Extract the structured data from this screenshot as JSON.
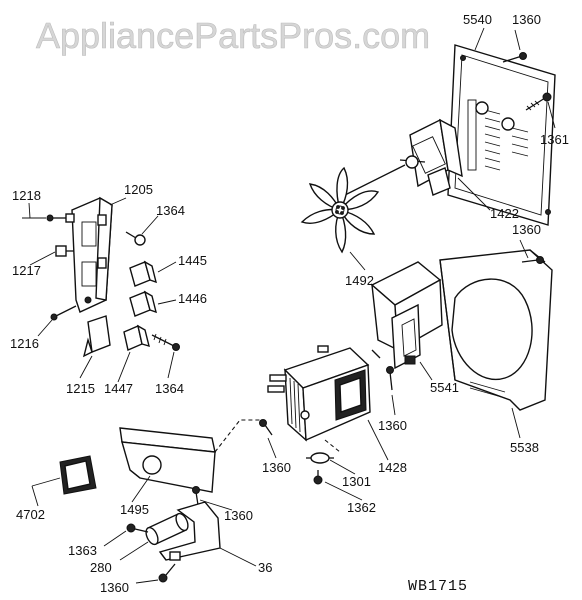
{
  "watermark": "AppliancePartsPros.com",
  "diagram_code": "WB1715",
  "callouts": [
    {
      "id": "c5540",
      "text": "5540"
    },
    {
      "id": "c1360a",
      "text": "1360"
    },
    {
      "id": "c1361",
      "text": "1361"
    },
    {
      "id": "c1422",
      "text": "1422"
    },
    {
      "id": "c1360b",
      "text": "1360"
    },
    {
      "id": "c1492",
      "text": "1492"
    },
    {
      "id": "c1218",
      "text": "1218"
    },
    {
      "id": "c1205",
      "text": "1205"
    },
    {
      "id": "c1364a",
      "text": "1364"
    },
    {
      "id": "c1217",
      "text": "1217"
    },
    {
      "id": "c1445",
      "text": "1445"
    },
    {
      "id": "c1446",
      "text": "1446"
    },
    {
      "id": "c1216",
      "text": "1216"
    },
    {
      "id": "c1215",
      "text": "1215"
    },
    {
      "id": "c1447",
      "text": "1447"
    },
    {
      "id": "c1364b",
      "text": "1364"
    },
    {
      "id": "c5541",
      "text": "5541"
    },
    {
      "id": "c1360c",
      "text": "1360"
    },
    {
      "id": "c5538",
      "text": "5538"
    },
    {
      "id": "c1428",
      "text": "1428"
    },
    {
      "id": "c1360d",
      "text": "1360"
    },
    {
      "id": "c1301",
      "text": "1301"
    },
    {
      "id": "c1362",
      "text": "1362"
    },
    {
      "id": "c1495",
      "text": "1495"
    },
    {
      "id": "c1360e",
      "text": "1360"
    },
    {
      "id": "c4702",
      "text": "4702"
    },
    {
      "id": "c1363",
      "text": "1363"
    },
    {
      "id": "c280",
      "text": "280"
    },
    {
      "id": "c36",
      "text": "36"
    },
    {
      "id": "c1360f",
      "text": "1360"
    }
  ]
}
